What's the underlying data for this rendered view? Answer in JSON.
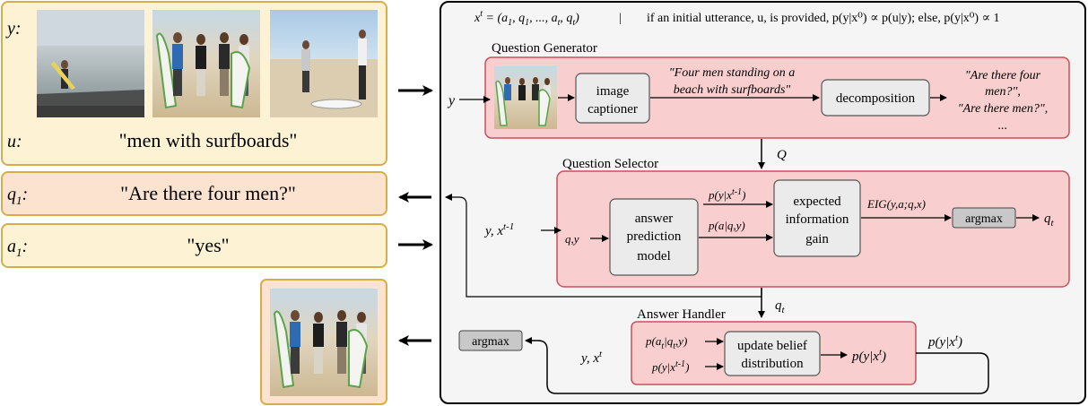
{
  "left_panel": {
    "y_label": "y:",
    "u_label": "u:",
    "utterance": "\"men with surfboards\"",
    "q1_label": "q",
    "q1_sub": "1",
    "q1_colon": ":",
    "q1_text": "\"Are there four men?\"",
    "a1_label": "a",
    "a1_sub": "1",
    "a1_colon": ":",
    "a1_text": "\"yes\""
  },
  "header": {
    "xt_def": "x",
    "xt_sup": "t",
    "xt_eq": "= (a",
    "xt_rest": ", q",
    "xt_tail": ", ..., a",
    "xt_end": ", q",
    "xt_close": ")",
    "separator": "|",
    "condition": "if an initial utterance, u, is provided, p(y|x⁰) ∝ p(u|y); else, p(y|x⁰) ∝ 1"
  },
  "question_generator": {
    "title": "Question Generator",
    "input": "y",
    "captioner": [
      "image",
      "captioner"
    ],
    "caption": [
      "\"Four men standing on a",
      "beach with surfboards\""
    ],
    "decomposition": "decomposition",
    "outputs": [
      "\"Are there four",
      "men?\",",
      "\"Are there men?\",",
      "..."
    ],
    "q_out": "Q"
  },
  "question_selector": {
    "title": "Question Selector",
    "input": "y, x",
    "input_sup": "t-1",
    "qy": "q,y",
    "model": [
      "answer",
      "prediction",
      "model"
    ],
    "p_prior": "p(y|x",
    "p_prior_sup": "t-1",
    "p_prior_close": ")",
    "p_answer": "p(a|q,y)",
    "eig_box": [
      "expected",
      "information",
      "gain"
    ],
    "eig_label": "EIG(y,a;q,x)",
    "argmax": "argmax",
    "q_t": "q",
    "q_t_sub": "t"
  },
  "answer_handler": {
    "title": "Answer Handler",
    "q_t_in": "q",
    "q_t_in_sub": "t",
    "input": "y, x",
    "input_sup": "t",
    "p_aq": "p(a",
    "p_prior": "p(y|x",
    "p_prior_sup": "t-1",
    "update": [
      "update belief",
      "distribution"
    ],
    "posterior": "p(y|x",
    "posterior_sup": "t",
    "posterior_out": "p(y|x",
    "posterior_out_sup": "t",
    "argmax": "argmax"
  },
  "colors": {
    "yellow_fill": "#fdf3d4",
    "yellow_stroke": "#d9ac4a",
    "pink_fill": "#f8cfce",
    "pink_stroke": "#c9505a",
    "orange_fill": "#fce3cf",
    "gray_box": "#ebebeb",
    "argmax_fill": "#c8c8c8"
  }
}
